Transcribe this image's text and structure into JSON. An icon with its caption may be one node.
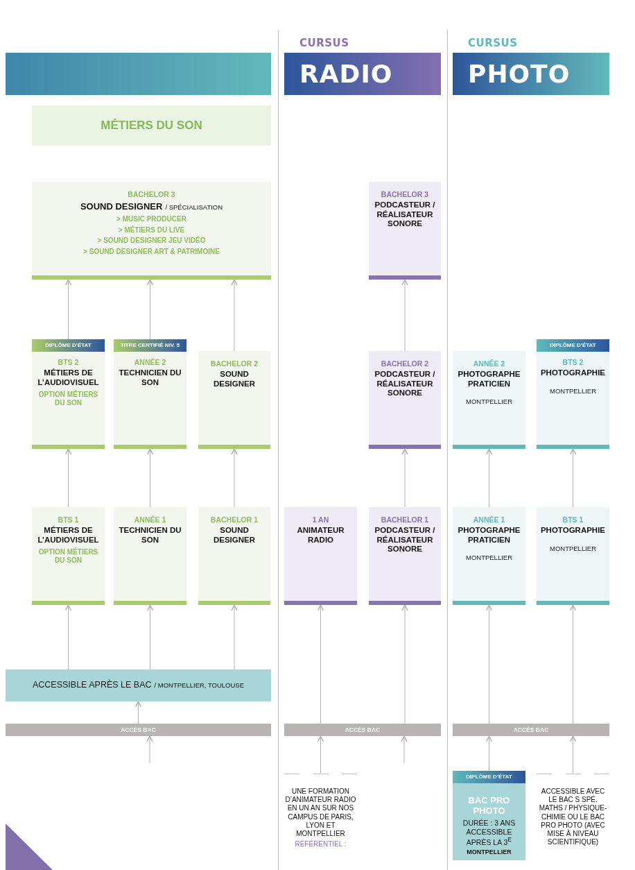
{
  "diagram": {
    "nodes": [
      {
        "text": [],
        "shape": "bar"
      },
      {
        "text": [
          "CURSUS",
          "RADIO"
        ]
      },
      {
        "text": [
          "CURSUS",
          "PHOTO"
        ]
      },
      {
        "text": [
          "MÉTIERS DU SON"
        ]
      },
      {
        "text": [
          "BACHELOR 3",
          "SOUND DESIGNER",
          "/ SPÉCIALISATION",
          "> MUSIC PRODUCER",
          "> MÉTIERS DU LIVE",
          "> SOUND DESIGNER JEU VIDÉO",
          "> SOUND DESIGNER ART & PATRIMOINE"
        ]
      },
      {
        "text": [
          "BACHELOR 3",
          "PODCASTEUR / RÉALISATEUR SONORE"
        ]
      },
      {
        "text": [
          "DIPLÔME D’ÉTAT",
          "BTS 2",
          "MÉTIERS DE L’AUDIOVISUEL",
          "OPTION MÉTIERS DU SON"
        ]
      },
      {
        "text": [
          "TITRE CERTIFIÉ NIV. 5",
          "ANNÉE 2",
          "TECHNICIEN DU SON"
        ]
      },
      {
        "text": [
          "BACHELOR 2",
          "SOUND DESIGNER"
        ]
      },
      {
        "text": [
          "BACHELOR 2",
          "PODCASTEUR / RÉALISATEUR SONORE"
        ]
      },
      {
        "text": [
          "ANNÉE 2",
          "PHOTOGRAPHE PRATICIEN",
          "MONTPELLIER"
        ]
      },
      {
        "text": [
          "DIPLÔME D’ÉTAT",
          "BTS 2",
          "PHOTOGRAPHIE",
          "MONTPELLIER"
        ]
      },
      {
        "text": [
          "BTS 1",
          "MÉTIERS DE L’AUDIOVISUEL",
          "OPTION MÉTIERS DU SON"
        ]
      },
      {
        "text": [
          "ANNÉE 1",
          "TECHNICIEN DU SON"
        ]
      },
      {
        "text": [
          "BACHELOR 1",
          "SOUND DESIGNER"
        ]
      },
      {
        "text": [
          "1 AN",
          "ANIMATEUR RADIO"
        ]
      },
      {
        "text": [
          "BACHELOR 1",
          "PODCASTEUR / RÉALISATEUR SONORE"
        ]
      },
      {
        "text": [
          "ANNÉE 1",
          "PHOTOGRAPHE PRATICIEN",
          "MONTPELLIER"
        ]
      },
      {
        "text": [
          "BTS 1",
          "PHOTOGRAPHIE",
          "MONTPELLIER"
        ]
      },
      {
        "text": [
          "ACCESSIBLE APRÈS LE BAC",
          "/ MONTPELLIER, TOULOUSE"
        ]
      },
      {
        "text": [
          "ACCÈS BAC"
        ]
      },
      {
        "text": [
          "ACCÈS BAC"
        ]
      },
      {
        "text": [
          "ACCÈS BAC"
        ]
      },
      {
        "text": [
          "UNE FORMATION D’ANIMATEUR RADIO EN UN AN SUR NOS CAMPUS DE PARIS, LYON ET MONTPELLIER",
          "RÉFÉRENTIEL :"
        ]
      },
      {
        "text": [
          "DIPLÔME D’ÉTAT",
          "BAC PRO PHOTO",
          "DURÉE : 3 ANS ACCESSIBLE APRÈS LA 3$^{E}$",
          "MONTPELLIER"
        ]
      },
      {
        "text": [
          "ACCESSIBLE AVEC LE BAC S SPÉ. MATHS / PHYSIQUE-CHIMIE OU LE BAC PRO PHOTO (AVEC MISE À NIVEAU SCIENTIFIQUE)"
        ]
      }
    ],
    "edges": [
      {
        "from": 6,
        "to": 4,
        "arrow": "to"
      },
      {
        "from": 7,
        "to": 4,
        "arrow": "to"
      },
      {
        "from": 8,
        "to": 4,
        "arrow": "to"
      },
      {
        "from": 9,
        "to": 5,
        "arrow": "to"
      },
      {
        "from": 12,
        "to": 6,
        "arrow": "to"
      },
      {
        "from": 13,
        "to": 7,
        "arrow": "to"
      },
      {
        "from": 14,
        "to": 8,
        "arrow": "to"
      },
      {
        "from": 16,
        "to": 9,
        "arrow": "to"
      },
      {
        "from": 17,
        "to": 10,
        "arrow": "to"
      },
      {
        "from": 18,
        "to": 11,
        "arrow": "to"
      },
      {
        "from": 19,
        "to": 12,
        "arrow": "to"
      },
      {
        "from": 19,
        "to": 13,
        "arrow": "to"
      },
      {
        "from": 19,
        "to": 14,
        "arrow": "to"
      },
      {
        "from": 21,
        "to": 15,
        "arrow": "to"
      },
      {
        "from": 21,
        "to": 16,
        "arrow": "to"
      },
      {
        "from": 22,
        "to": 17,
        "arrow": "to"
      },
      {
        "from": 22,
        "to": 18,
        "arrow": "to"
      },
      {
        "from": 20,
        "to": 19,
        "arrow": "to"
      },
      {
        "from": null,
        "to": 20,
        "arrow": "to"
      },
      {
        "from": 23,
        "to": 21,
        "arrow": "to"
      },
      {
        "from": null,
        "to": 21,
        "arrow": "to"
      },
      {
        "from": 24,
        "to": 22,
        "arrow": "to"
      },
      {
        "from": 25,
        "to": 22,
        "arrow": "to"
      }
    ]
  }
}
